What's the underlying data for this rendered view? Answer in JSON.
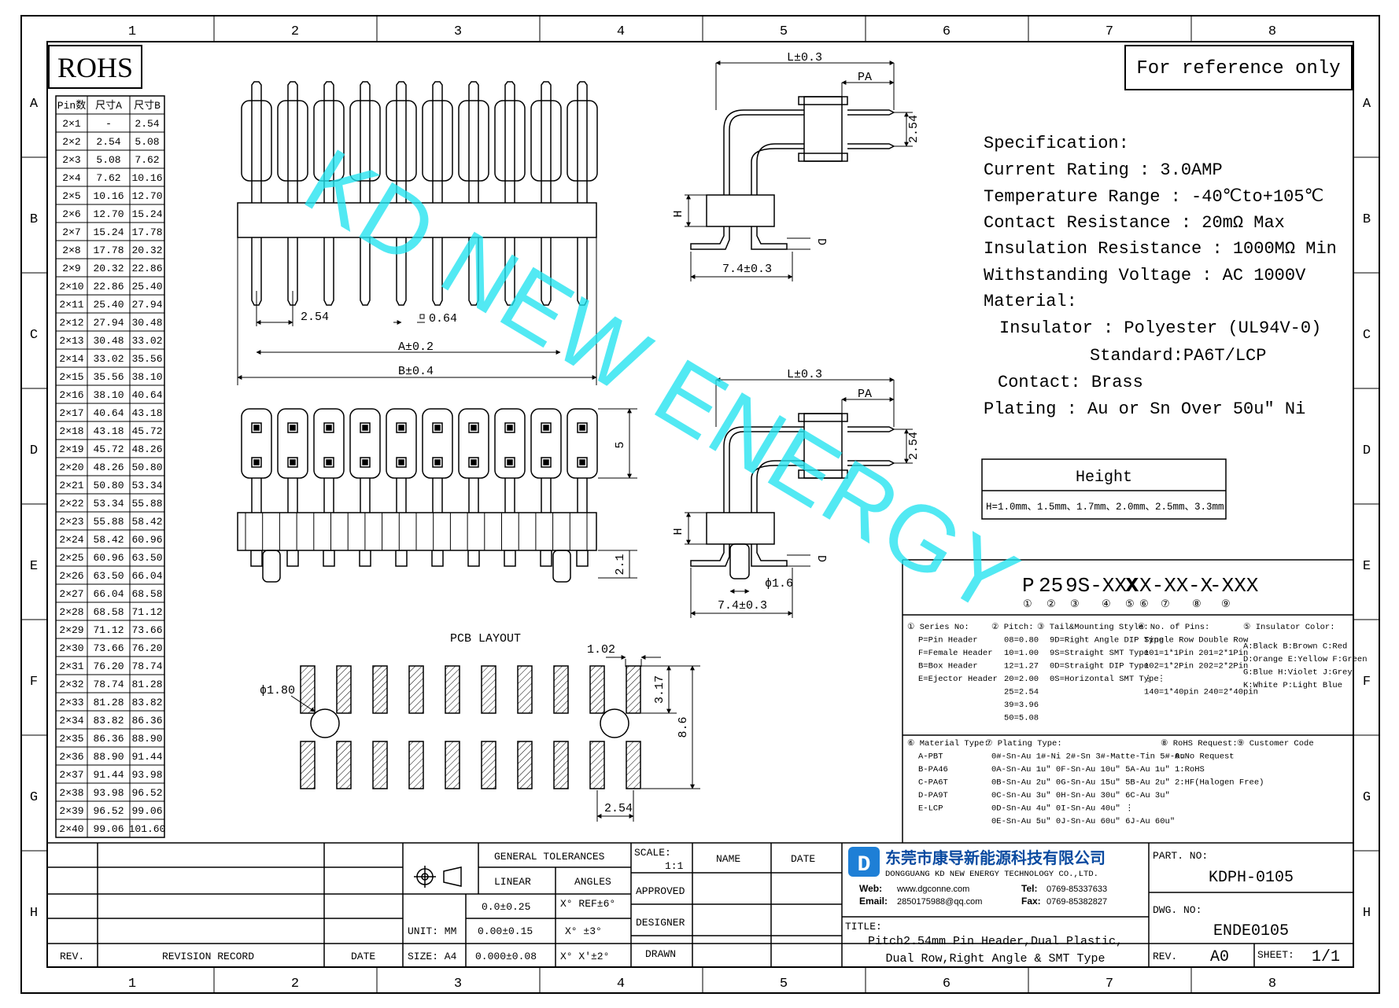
{
  "frame": {
    "columns": [
      "1",
      "2",
      "3",
      "4",
      "5",
      "6",
      "7",
      "8"
    ],
    "rows": [
      "A",
      "B",
      "C",
      "D",
      "E",
      "F",
      "G",
      "H"
    ]
  },
  "rohs": "ROHS",
  "reference_note": "For reference only",
  "watermark": "KD NEW ENERGY",
  "size_table": {
    "headers": [
      "Pin数",
      "尺寸A",
      "尺寸B"
    ],
    "rows": [
      [
        "2×1",
        "-",
        "2.54"
      ],
      [
        "2×2",
        "2.54",
        "5.08"
      ],
      [
        "2×3",
        "5.08",
        "7.62"
      ],
      [
        "2×4",
        "7.62",
        "10.16"
      ],
      [
        "2×5",
        "10.16",
        "12.70"
      ],
      [
        "2×6",
        "12.70",
        "15.24"
      ],
      [
        "2×7",
        "15.24",
        "17.78"
      ],
      [
        "2×8",
        "17.78",
        "20.32"
      ],
      [
        "2×9",
        "20.32",
        "22.86"
      ],
      [
        "2×10",
        "22.86",
        "25.40"
      ],
      [
        "2×11",
        "25.40",
        "27.94"
      ],
      [
        "2×12",
        "27.94",
        "30.48"
      ],
      [
        "2×13",
        "30.48",
        "33.02"
      ],
      [
        "2×14",
        "33.02",
        "35.56"
      ],
      [
        "2×15",
        "35.56",
        "38.10"
      ],
      [
        "2×16",
        "38.10",
        "40.64"
      ],
      [
        "2×17",
        "40.64",
        "43.18"
      ],
      [
        "2×18",
        "43.18",
        "45.72"
      ],
      [
        "2×19",
        "45.72",
        "48.26"
      ],
      [
        "2×20",
        "48.26",
        "50.80"
      ],
      [
        "2×21",
        "50.80",
        "53.34"
      ],
      [
        "2×22",
        "53.34",
        "55.88"
      ],
      [
        "2×23",
        "55.88",
        "58.42"
      ],
      [
        "2×24",
        "58.42",
        "60.96"
      ],
      [
        "2×25",
        "60.96",
        "63.50"
      ],
      [
        "2×26",
        "63.50",
        "66.04"
      ],
      [
        "2×27",
        "66.04",
        "68.58"
      ],
      [
        "2×28",
        "68.58",
        "71.12"
      ],
      [
        "2×29",
        "71.12",
        "73.66"
      ],
      [
        "2×30",
        "73.66",
        "76.20"
      ],
      [
        "2×31",
        "76.20",
        "78.74"
      ],
      [
        "2×32",
        "78.74",
        "81.28"
      ],
      [
        "2×33",
        "81.28",
        "83.82"
      ],
      [
        "2×34",
        "83.82",
        "86.36"
      ],
      [
        "2×35",
        "86.36",
        "88.90"
      ],
      [
        "2×36",
        "88.90",
        "91.44"
      ],
      [
        "2×37",
        "91.44",
        "93.98"
      ],
      [
        "2×38",
        "93.98",
        "96.52"
      ],
      [
        "2×39",
        "96.52",
        "99.06"
      ],
      [
        "2×40",
        "99.06",
        "101.60"
      ]
    ]
  },
  "dimensions": {
    "pitch": "2.54",
    "pin_sq": "0.64",
    "a": "A±0.2",
    "b": "B±0.4",
    "row_height": "5",
    "tail": "2.1",
    "l": "L±0.3",
    "pa": "PA",
    "side_pitch": "2.54",
    "h": "H",
    "d": "D",
    "base": "7.4±0.3",
    "peg": "ϕ1.6",
    "pcb_title": "PCB LAYOUT",
    "pad_w": "1.02",
    "pad_h": "3.17",
    "pcb_span": "8.6",
    "hole": "ϕ1.80",
    "pcb_pitch": "2.54"
  },
  "specification": [
    "Specification:",
    "Current Rating : 3.0AMP",
    "Temperature Range : -40℃to+105℃",
    "Contact Resistance : 20mΩ Max",
    "Insulation Resistance : 1000MΩ Min",
    "Withstanding Voltage : AC 1000V",
    "Material:",
    "Insulator : Polyester (UL94V-0)",
    "Standard:PA6T/LCP",
    "Contact: Brass",
    "Plating : Au or Sn Over 50u\" Ni"
  ],
  "height_box": {
    "title": "Height",
    "values": "H=1.0mm、1.5mm、1.7mm、2.0mm、2.5mm、3.3mm"
  },
  "part_code": {
    "segments": [
      "P",
      "25",
      "9S-XXX",
      "X",
      "X-XX",
      "-X",
      "-XXX"
    ],
    "numbers": [
      "①",
      "②",
      "③",
      "④",
      "⑤",
      "⑥",
      "⑦",
      "⑧",
      "⑨"
    ]
  },
  "legend": {
    "series": [
      "① Series No:",
      "P=Pin Header",
      "F=Female Header",
      "B=Box Header",
      "E=Ejector Header"
    ],
    "pitch": [
      "② Pitch:",
      "08=0.80",
      "10=1.00",
      "12=1.27",
      "20=2.00",
      "25=2.54",
      "39=3.96",
      "50=5.08"
    ],
    "tail": [
      "③ Tail&Mounting Style:",
      "9D=Right Angle DIP Type",
      "9S=Straight SMT Type",
      "0D=Straight DIP Type",
      "0S=Horizontal SMT Type"
    ],
    "pins": [
      "④ No. of Pins:",
      "Single Row   Double Row",
      "101=1*1Pin   201=2*1Pin",
      "102=1*2Pin   202=2*2Pin",
      "⋮             ⋮",
      "140=1*40pin  240=2*40pin"
    ],
    "color": [
      "⑤ Insulator Color:",
      "A:Black  B:Brown  C:Red",
      "D:Orange E:Yellow F:Green",
      "G:Blue   H:Violet J:Grey",
      "K:White  P:Light Blue"
    ],
    "material": [
      "⑥ Material Type:",
      "A-PBT",
      "B-PA46",
      "C-PA6T",
      "D-PA9T",
      "E-LCP"
    ],
    "plating": [
      "⑦ Plating Type:",
      "0#-Sn-Au  1#-Ni  2#-Sn  3#-Matte-Tin  5#-Au",
      "0A-Sn-Au 1u\"  0F-Sn-Au 10u\"  5A-Au 1u\"",
      "0B-Sn-Au 2u\"  0G-Sn-Au 15u\"  5B-Au 2u\"",
      "0C-Sn-Au 3u\"  0H-Sn-Au 30u\"  6C-Au 3u\"",
      "0D-Sn-Au 4u\"  0I-Sn-Au 40u\"     ⋮",
      "0E-Sn-Au 5u\"  0J-Sn-Au 60u\"  6J-Au 60u\""
    ],
    "rohs": [
      "⑧ RoHS Request:",
      "0:No Request",
      "1:RoHS",
      "2:HF(Halogen Free)"
    ],
    "customer": [
      "⑨ Customer Code"
    ]
  },
  "title_block": {
    "tolerances_title": "GENERAL TOLERANCES",
    "linear": "LINEAR",
    "angles": "ANGLES",
    "lin1": "0.0±0.25",
    "lin2": "0.00±0.15",
    "lin3": "0.000±0.08",
    "ang1": "X° REF±6°",
    "ang2": "X° ±3°",
    "ang3": "X° X'±2°",
    "unit": "UNIT: MM",
    "size": "SIZE: A4",
    "scale_label": "SCALE:",
    "scale": "1:1",
    "name": "NAME",
    "date_col": "DATE",
    "approved": "APPROVED",
    "designer": "DESIGNER",
    "drawn": "DRAWN",
    "rev_label": "REV.",
    "revision_record": "REVISION RECORD",
    "date": "DATE",
    "company_cn": "东莞市康导新能源科技有限公司",
    "company_en": "DONGGUANG KD NEW ENERGY TECHNOLOGY CO.,LTD.",
    "web_label": "Web:",
    "web": "www.dgconne.com",
    "email_label": "Email:",
    "email": "2850175988@qq.com",
    "tel_label": "Tel:",
    "tel": "0769-85337633",
    "fax_label": "Fax:",
    "fax": "0769-85382827",
    "title_label": "TITLE:",
    "title_line1": "Pitch2.54mm Pin Header,Dual Plastic,",
    "title_line2": "Dual Row,Right Angle & SMT Type",
    "part_no_label": "PART. NO:",
    "part_no": "KDPH-0105",
    "dwg_no_label": "DWG. NO:",
    "dwg_no": "ENDE0105",
    "rev": "A0",
    "sheet_label": "SHEET:",
    "sheet": "1/1"
  }
}
